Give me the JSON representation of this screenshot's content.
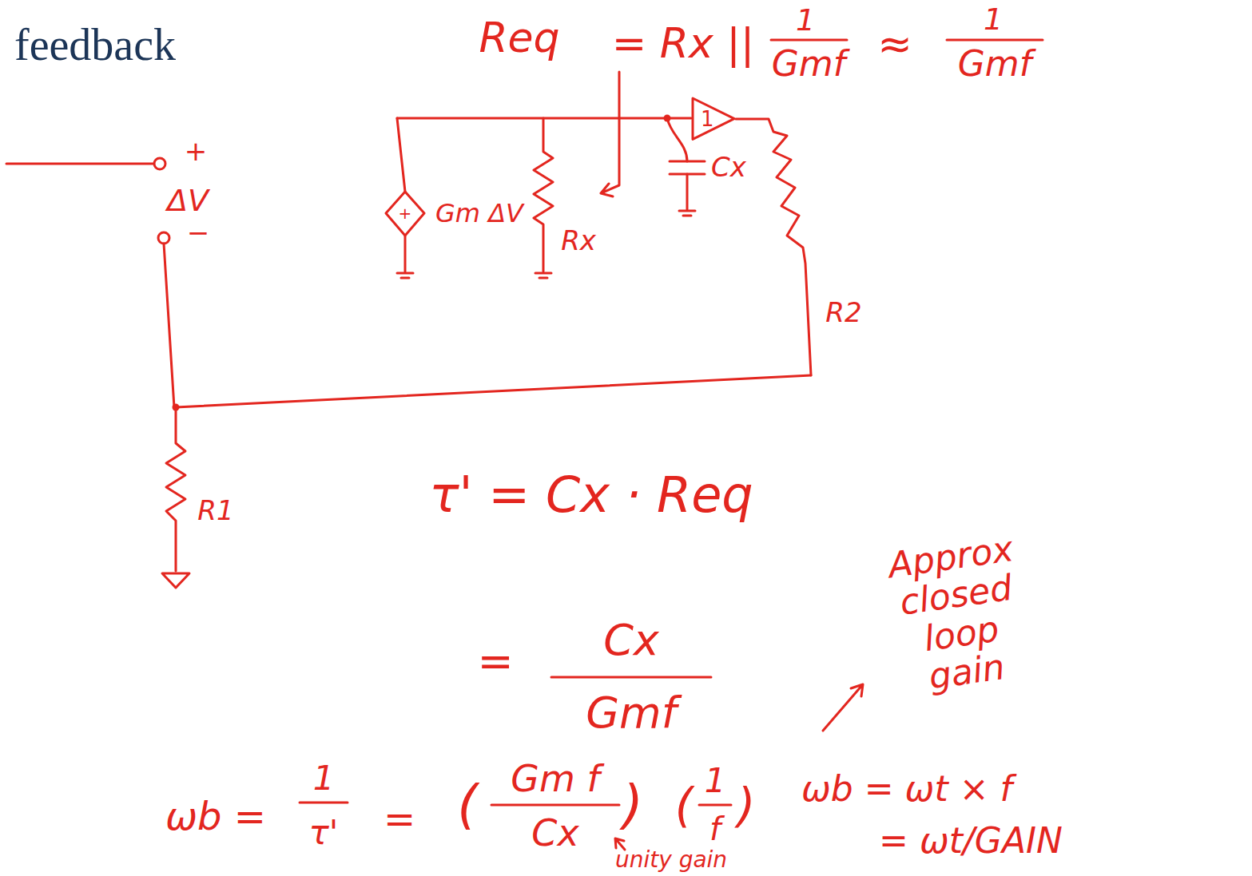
{
  "diagram": {
    "title": "feedback",
    "nodes": [
      {
        "text": [
          "1"
        ]
      }
    ],
    "labels": [
      "Req",
      "= Rx ||",
      "1",
      "Gmf",
      "≈",
      "1",
      "Gmf",
      "+",
      "ΔV",
      "−",
      "+",
      "Gm ΔV",
      "Rx",
      "Cx",
      "R2",
      "R1",
      "τ' = Cx · Req",
      "=",
      "Cx",
      "Gmf",
      "ωb =",
      "1",
      "τ'",
      "=",
      "(",
      "Gm f",
      "Cx",
      ")",
      "(",
      "1",
      "f",
      ")",
      "unity gain",
      "Approx closed loop gain",
      "ωb = ωt × f",
      "= ωt/GAIN"
    ]
  }
}
